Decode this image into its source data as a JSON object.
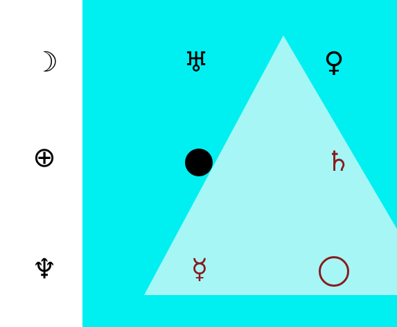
{
  "colors": {
    "background": "#00f0f2",
    "triangle": "#a6f6f6",
    "sidebar": "#ffffff",
    "ink_black": "#000000",
    "ink_red": "#8b1a1a"
  },
  "sidebar": {
    "symbols": [
      {
        "name": "moon-icon",
        "glyph": "☽"
      },
      {
        "name": "earth-icon",
        "glyph": "⊕"
      },
      {
        "name": "neptune-icon",
        "glyph": "♆"
      }
    ]
  },
  "board": {
    "row1": [
      {
        "name": "uranus-icon",
        "glyph": "♅",
        "color": "black"
      },
      {
        "name": "venus-icon",
        "glyph": "♀",
        "color": "black"
      }
    ],
    "row2": [
      {
        "name": "black-token",
        "glyph": "",
        "color": "black"
      },
      {
        "name": "saturn-icon",
        "glyph": "♄",
        "color": "red"
      }
    ],
    "row3": [
      {
        "name": "mercury-icon",
        "glyph": "☿",
        "color": "red"
      },
      {
        "name": "sun-circle-icon",
        "glyph": "",
        "color": "red"
      }
    ]
  }
}
